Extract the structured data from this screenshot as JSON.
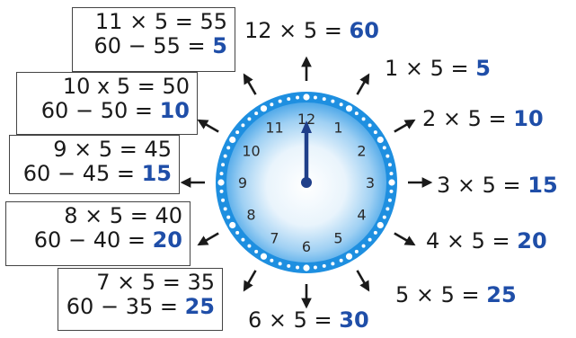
{
  "left_boxes": [
    {
      "mult": "11 × 5 = 55",
      "sub": "60 − 55 = ",
      "ans": "5"
    },
    {
      "mult": "10 x 5 = 50",
      "sub": "60 − 50 = ",
      "ans": "10"
    },
    {
      "mult": "9 × 5 = 45",
      "sub": "60 − 45 = ",
      "ans": "15"
    },
    {
      "mult": "8 × 5 = 40",
      "sub": "60 − 40 = ",
      "ans": "20"
    },
    {
      "mult": "7 × 5 = 35",
      "sub": "60 − 35 = ",
      "ans": "25"
    }
  ],
  "right_labels": [
    {
      "expr": "12 × 5 = ",
      "ans": "60"
    },
    {
      "expr": "1 × 5 = ",
      "ans": "5"
    },
    {
      "expr": "2 × 5 = ",
      "ans": "10"
    },
    {
      "expr": "3 × 5 = ",
      "ans": "15"
    },
    {
      "expr": "4 × 5 = ",
      "ans": "20"
    },
    {
      "expr": "5 × 5 = ",
      "ans": "25"
    },
    {
      "expr": "6 × 5 = ",
      "ans": "30"
    }
  ],
  "clock": {
    "numbers": [
      "12",
      "1",
      "2",
      "3",
      "4",
      "5",
      "6",
      "7",
      "8",
      "9",
      "10",
      "11"
    ],
    "hand_points_to": "12",
    "face_color": "#1e8fe0",
    "hand_color": "#1f3f8a"
  },
  "colors": {
    "answer": "#1f4ea8",
    "arrow": "#1a1a1a"
  }
}
